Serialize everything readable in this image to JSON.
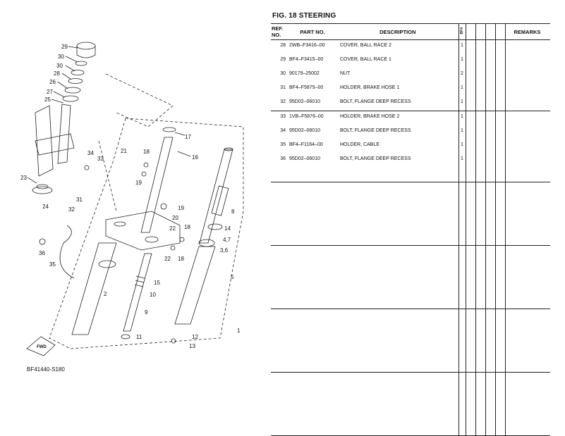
{
  "figure": {
    "title": "FIG. 18  STEERING",
    "code": "BF41440-S180",
    "fwd": "FWD"
  },
  "table": {
    "headers": {
      "ref": "REF.",
      "no": "NO.",
      "part_no": "PART NO.",
      "description": "DESCRIPTION",
      "model": "BF4",
      "remarks": "REMARKS"
    },
    "rows": [
      {
        "ref": "28",
        "part_no": "2WB–F3416–00",
        "description": "COVER, BALL RACE 2",
        "qty": "1"
      },
      {
        "ref": "29",
        "part_no": "BF4–F3415–00",
        "description": "COVER, BALL RACE 1",
        "qty": "1"
      },
      {
        "ref": "30",
        "part_no": "90179–25002",
        "description": "NUT",
        "qty": "2"
      },
      {
        "ref": "31",
        "part_no": "BF4–F5875–00",
        "description": "HOLDER, BRAKE HOSE 1",
        "qty": "1"
      },
      {
        "ref": "32",
        "part_no": "95D02–06010",
        "description": "BOLT, FLANGE DEEP RECESS",
        "qty": "1"
      },
      {
        "ref": "33",
        "part_no": "1VB–F5876–00",
        "description": "HOLDER, BRAKE HOSE 2",
        "qty": "1"
      },
      {
        "ref": "34",
        "part_no": "95D02–06010",
        "description": "BOLT, FLANGE DEEP RECESS",
        "qty": "1"
      },
      {
        "ref": "35",
        "part_no": "BF4–F1164–00",
        "description": "HOLDER, CABLE",
        "qty": "1"
      },
      {
        "ref": "36",
        "part_no": "95D02–06010",
        "description": "BOLT, FLANGE DEEP RECESS",
        "qty": "1"
      }
    ]
  },
  "callouts": [
    "29",
    "30",
    "30",
    "28",
    "26",
    "27",
    "25",
    "23",
    "24",
    "34",
    "33",
    "21",
    "18",
    "19",
    "17",
    "16",
    "8",
    "31",
    "32",
    "36",
    "35",
    "19",
    "20",
    "22",
    "18",
    "14",
    "4,7",
    "3,6",
    "22",
    "18",
    "5",
    "2",
    "15",
    "10",
    "9",
    "11",
    "12",
    "13",
    "1"
  ]
}
